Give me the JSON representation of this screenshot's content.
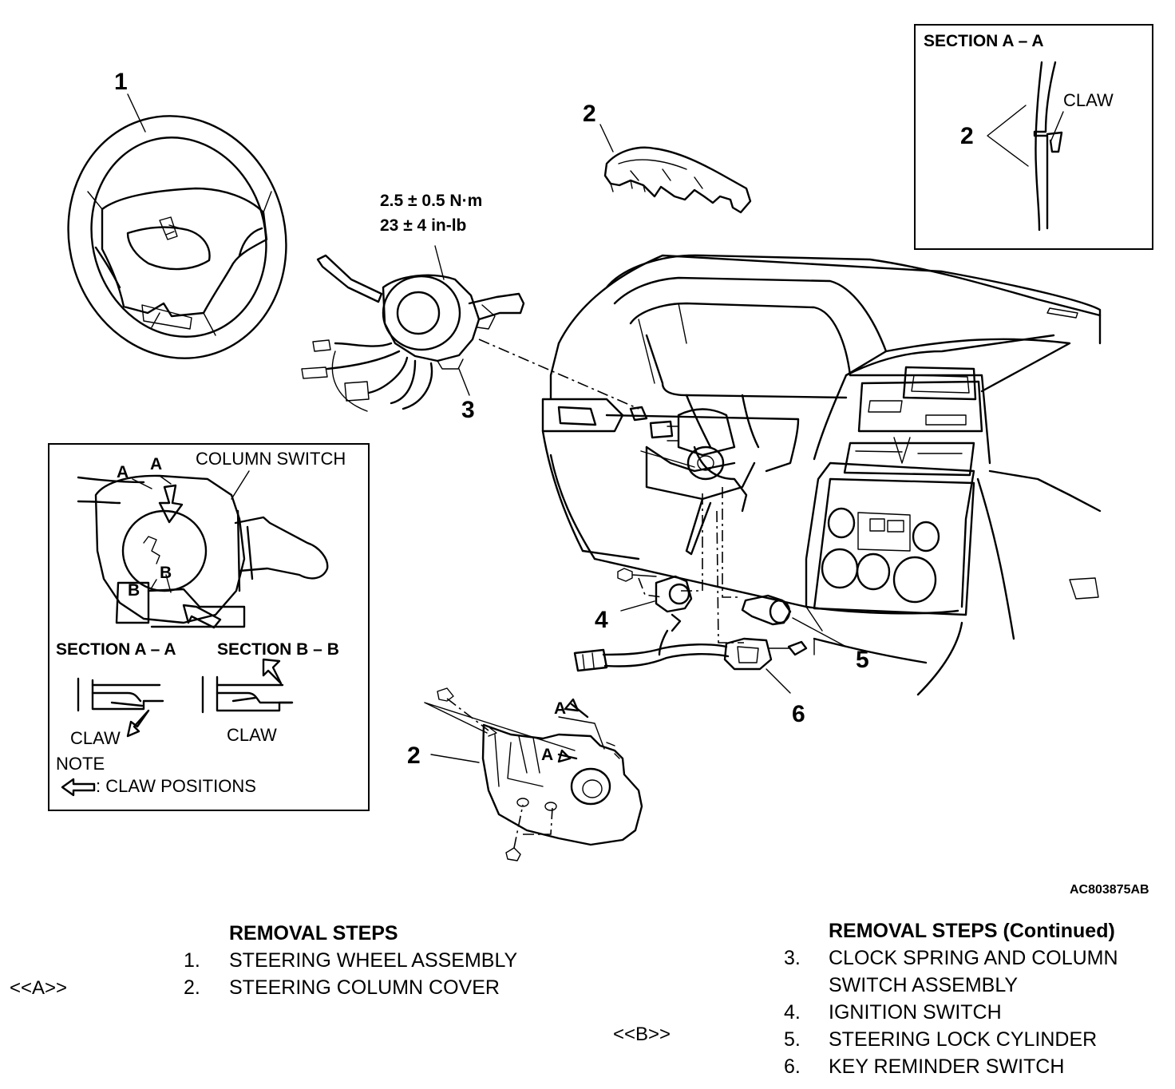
{
  "figure_id": "AC803875AB",
  "callouts": {
    "steering_wheel": "1",
    "upper_cover": "2",
    "column_switch": "3",
    "ignition_switch": "4",
    "lock_cylinder": "5",
    "key_reminder": "6",
    "lower_cover": "2",
    "section_cover": "2"
  },
  "torque": {
    "metric": "2.5 ± 0.5 N·m",
    "imperial": "23 ± 4 in-lb"
  },
  "section_box": {
    "title": "SECTION A – A",
    "claw_label": "CLAW"
  },
  "inset": {
    "column_switch_label": "COLUMN SWITCH",
    "marker_a": "A",
    "marker_b": "B",
    "section_aa": "SECTION A – A",
    "section_bb": "SECTION B – B",
    "claw_left": "CLAW",
    "claw_right": "CLAW",
    "note": "NOTE",
    "legend": ": CLAW POSITIONS"
  },
  "cover_markers": {
    "upper": "A",
    "lower": "A"
  },
  "removal_steps": {
    "title": "REMOVAL STEPS",
    "title_continued": "REMOVAL STEPS (Continued)",
    "items": [
      {
        "num": "1.",
        "text": "STEERING WHEEL ASSEMBLY",
        "tag": ""
      },
      {
        "num": "2.",
        "text": "STEERING COLUMN COVER",
        "tag": "<<A>>"
      },
      {
        "num": "3.",
        "text": "CLOCK SPRING AND COLUMN",
        "text2": "SWITCH ASSEMBLY",
        "tag": ""
      },
      {
        "num": "4.",
        "text": "IGNITION SWITCH",
        "tag": ""
      },
      {
        "num": "5.",
        "text": "STEERING LOCK CYLINDER",
        "tag": "<<B>>"
      },
      {
        "num": "6.",
        "text": "KEY REMINDER SWITCH",
        "tag": ""
      }
    ]
  }
}
